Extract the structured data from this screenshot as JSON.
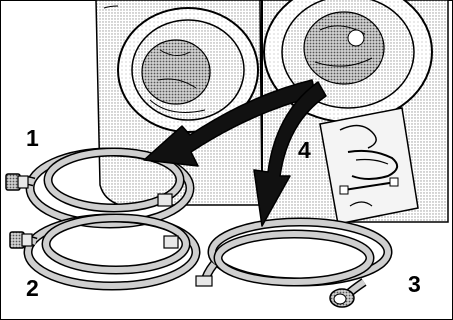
{
  "callouts": [
    {
      "id": "1",
      "text": "1"
    },
    {
      "id": "2",
      "text": "2"
    },
    {
      "id": "3",
      "text": "3"
    },
    {
      "id": "4",
      "text": "4"
    }
  ],
  "colors": {
    "line": "#000000",
    "machine_fill": "#d9d9d9",
    "hose_fill": "#c8c8c8",
    "arrow_fill": "#111111",
    "sheet_fill": "#e6e6e6"
  }
}
